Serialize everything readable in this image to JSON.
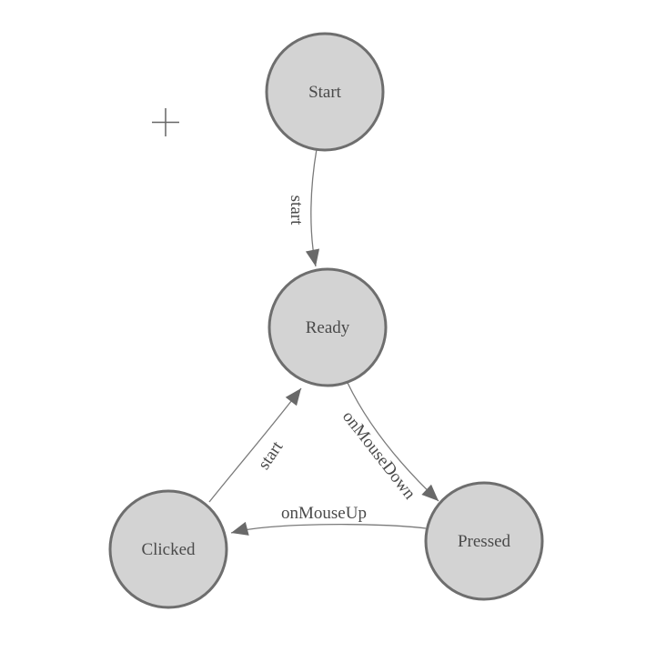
{
  "diagram": {
    "type": "finite-state-machine",
    "colors": {
      "background": "#ffffff",
      "node_fill": "#d3d3d3",
      "node_stroke": "#6e6e6e",
      "edge_stroke": "#7a7a7a",
      "arrowhead_fill": "#696969",
      "label_text": "#4a4a4a",
      "crosshair": "#666666"
    },
    "icons": {
      "crosshair": "plus-crosshair-icon"
    },
    "nodes": {
      "start": {
        "label": "Start"
      },
      "ready": {
        "label": "Ready"
      },
      "clicked": {
        "label": "Clicked"
      },
      "pressed": {
        "label": "Pressed"
      }
    },
    "edges": {
      "start_to_ready": {
        "label": "start"
      },
      "ready_to_pressed": {
        "label": "onMouseDown"
      },
      "pressed_to_clicked": {
        "label": "onMouseUp"
      },
      "clicked_to_ready": {
        "label": "start"
      }
    }
  }
}
